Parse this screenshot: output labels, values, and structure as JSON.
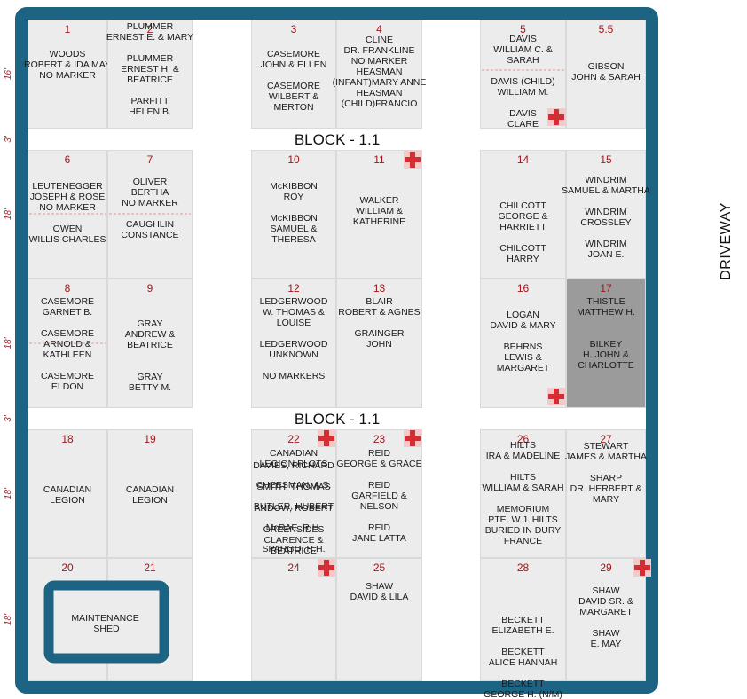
{
  "map": {
    "driveway_label": "DRIVEWAY",
    "block_labels": [
      "BLOCK - 1.1",
      "BLOCK - 1.1"
    ],
    "row_dimensions": [
      "16'",
      "3'",
      "18'",
      "18'",
      "3'",
      "18'",
      "18'"
    ],
    "shed_label": [
      "MAINTENANCE",
      "SHED"
    ],
    "colors": {
      "frame": "#1c6384",
      "grid": "#ececec",
      "highlight": "#9b9b9b",
      "number": "#a0161b",
      "marker": "#d42e34"
    },
    "plots": [
      {
        "num": "1",
        "lines": [
          "WOODS",
          "ROBERT & IDA MAY",
          "NO MARKER"
        ]
      },
      {
        "num": "2",
        "lines": [
          "PLUMMER",
          "ERNEST E. & MARY",
          "",
          "PLUMMER",
          "ERNEST H. &",
          "BEATRICE",
          "",
          "PARFITT",
          "HELEN B."
        ]
      },
      {
        "num": "3",
        "lines": [
          "CASEMORE",
          "JOHN & ELLEN",
          "",
          "CASEMORE",
          "WILBERT &",
          "MERTON"
        ]
      },
      {
        "num": "4",
        "lines": [
          "CLINE",
          "DR. FRANKLINE",
          "NO MARKER",
          "HEASMAN",
          "(INFANT)MARY ANNE",
          "HEASMAN",
          "(CHILD)FRANCIO"
        ]
      },
      {
        "num": "5",
        "lines": [
          "DAVIS",
          "WILLIAM C. &",
          "SARAH",
          "",
          "DAVIS (CHILD)",
          "WILLIAM M.",
          "",
          "DAVIS",
          "CLARE"
        ]
      },
      {
        "num": "5.5",
        "lines": [
          "GIBSON",
          "JOHN & SARAH"
        ]
      },
      {
        "num": "6",
        "lines": [
          "LEUTENEGGER",
          "JOSEPH & ROSE",
          "NO MARKER",
          "",
          "OWEN",
          "WILLIS CHARLES"
        ]
      },
      {
        "num": "7",
        "lines": [
          "OLIVER",
          "BERTHA",
          "NO MARKER",
          "",
          "CAUGHLIN",
          "CONSTANCE"
        ]
      },
      {
        "num": "10",
        "lines": [
          "McKIBBON",
          "ROY",
          "",
          "McKIBBON",
          "SAMUEL &",
          "THERESA"
        ]
      },
      {
        "num": "11",
        "lines": [
          "WALKER",
          "WILLIAM &",
          "KATHERINE"
        ]
      },
      {
        "num": "14",
        "lines": [
          "CHILCOTT",
          "GEORGE &",
          "HARRIETT",
          "",
          "CHILCOTT",
          "HARRY"
        ]
      },
      {
        "num": "15",
        "lines": [
          "WINDRIM",
          "SAMUEL & MARTHA",
          "",
          "WINDRIM",
          "CROSSLEY",
          "",
          "WINDRIM",
          "JOAN E."
        ]
      },
      {
        "num": "8",
        "lines": [
          "CASEMORE",
          "GARNET B.",
          "",
          "CASEMORE",
          "ARNOLD &",
          "KATHLEEN",
          "",
          "CASEMORE",
          "ELDON"
        ]
      },
      {
        "num": "9",
        "lines": [
          "GRAY",
          "ANDREW &",
          "BEATRICE",
          "",
          "",
          "GRAY",
          "BETTY M."
        ]
      },
      {
        "num": "12",
        "lines": [
          "LEDGERWOOD",
          "W. THOMAS &",
          "LOUISE",
          "",
          "LEDGERWOOD",
          "UNKNOWN",
          "",
          "NO MARKERS"
        ]
      },
      {
        "num": "13",
        "lines": [
          "BLAIR",
          "ROBERT & AGNES",
          "",
          "GRAINGER",
          "JOHN"
        ]
      },
      {
        "num": "16",
        "lines": [
          "LOGAN",
          "DAVID & MARY",
          "",
          "BEHRNS",
          "LEWIS &",
          "MARGARET"
        ]
      },
      {
        "num": "17",
        "lines": [
          "THISTLE",
          "MATTHEW H.",
          "",
          "",
          "BILKEY",
          "H. JOHN &",
          "CHARLOTTE"
        ]
      },
      {
        "num": "18",
        "lines": [
          "CANADIAN",
          "LEGION"
        ]
      },
      {
        "num": "19",
        "lines": [
          "CANADIAN",
          "LEGION"
        ]
      },
      {
        "num": "22",
        "lines": [
          "CANADIAN",
          "LEGION PLOTS",
          "",
          "CHEESMAN, A.S.",
          "",
          "BUTLER, HUBERT",
          "",
          "McRAE, R.H.",
          "",
          "SPARGO, R.H."
        ]
      },
      {
        "num": "23",
        "lines": [
          "REID",
          "GEORGE & GRACE",
          "",
          "REID",
          "GARFIELD &",
          "NELSON",
          "",
          "REID",
          "JANE LATTA"
        ]
      },
      {
        "num": "26",
        "lines": [
          "HILTS",
          "IRA & MADELINE",
          "",
          "HILTS",
          "WILLIAM & SARAH",
          "",
          "MEMORIUM",
          "PTE. W.J. HILTS",
          "BURIED IN DURY",
          "FRANCE"
        ]
      },
      {
        "num": "27",
        "lines": [
          "STEWART",
          "JAMES & MARTHA",
          "",
          "SHARP",
          "DR. HERBERT &",
          "MARY"
        ]
      },
      {
        "num": "20",
        "lines": []
      },
      {
        "num": "21",
        "lines": []
      },
      {
        "num": "24",
        "lines": [
          "DAVIES, RICHARD",
          "",
          "SMITH, THOMAS",
          "",
          "ANDOW, ROBERT",
          "",
          "GREENSIDES",
          "CLARENCE &",
          "BEATRICE"
        ]
      },
      {
        "num": "25",
        "lines": [
          "SHAW",
          "DAVID & LILA"
        ]
      },
      {
        "num": "28",
        "lines": [
          "BECKETT",
          "ELIZABETH E.",
          "",
          "BECKETT",
          "ALICE HANNAH",
          "",
          "BECKETT",
          "GEORGE H. (N/M)"
        ]
      },
      {
        "num": "29",
        "lines": [
          "SHAW",
          "DAVID SR. &",
          "MARGARET",
          "",
          "SHAW",
          "E. MAY"
        ]
      }
    ]
  }
}
